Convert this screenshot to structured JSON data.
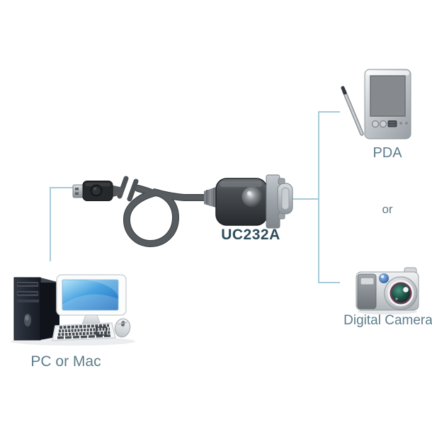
{
  "labels": {
    "product": "UC232A",
    "pc": "PC or Mac",
    "pda": "PDA",
    "conjunction": "or",
    "camera": "Digital Camera"
  },
  "icons": {
    "pc": "desktop-computer-icon",
    "pda": "pda-with-stylus-icon",
    "camera": "digital-camera-icon",
    "cable": "usb-to-serial-adapter-cable-icon"
  },
  "colors": {
    "background": "#ffffff",
    "connector_line": "#a6cbd9",
    "device_label_text": "#5e7d8b",
    "product_label_text": "#2f4d5e",
    "cable_gray": "#53585c",
    "usb_plug_black": "#26292c",
    "adapter_flange_gray": "#a6adb3",
    "monitor_screen_blue": "#1f6fc4",
    "camera_lens_teal": "#1d5248"
  }
}
